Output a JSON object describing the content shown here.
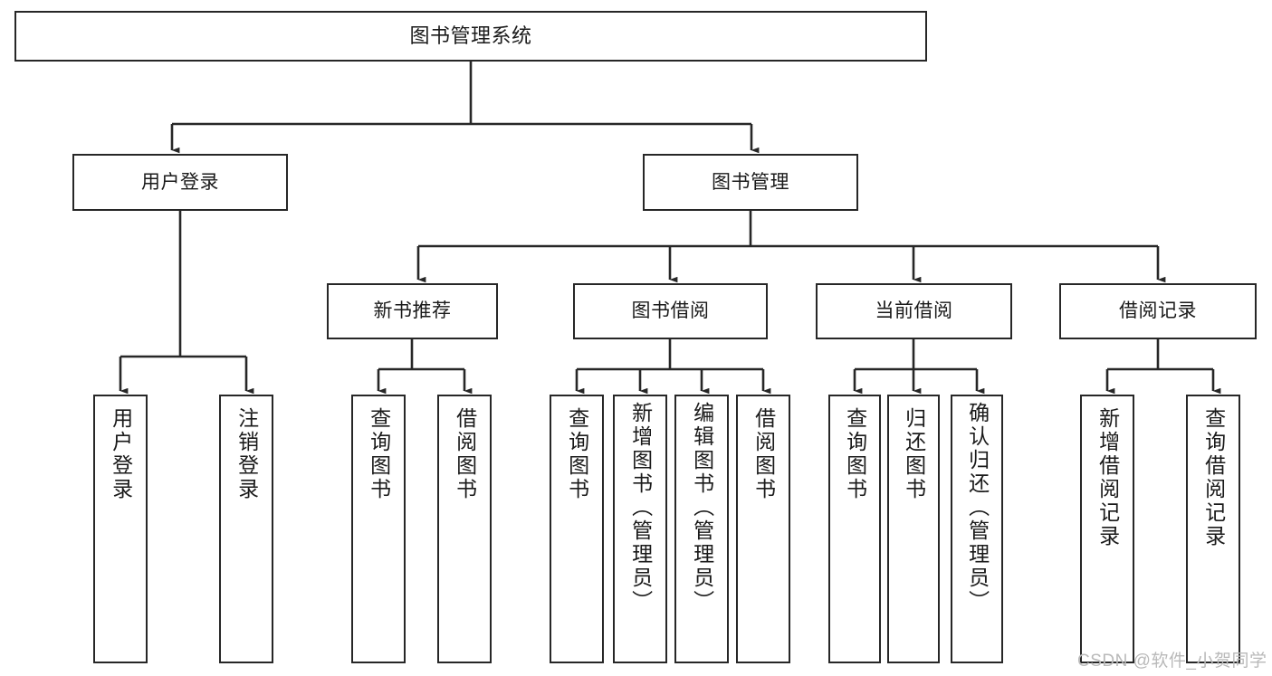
{
  "diagram": {
    "type": "tree-hierarchy-chart",
    "title": "图书管理系统",
    "colors": {
      "box_border": "#272727",
      "box_fill": "#ffffff",
      "connector": "#272727",
      "text": "#1a1a1a",
      "watermark": "#b9b9b9",
      "background": "#ffffff"
    },
    "levels": {
      "root": {
        "label": "图书管理系统"
      },
      "level2": [
        {
          "id": "user-login",
          "label": "用户登录"
        },
        {
          "id": "book-management",
          "label": "图书管理"
        }
      ],
      "level3": [
        {
          "id": "new-book-recommend",
          "label": "新书推荐",
          "parent": "book-management"
        },
        {
          "id": "book-borrow",
          "label": "图书借阅",
          "parent": "book-management"
        },
        {
          "id": "current-borrow",
          "label": "当前借阅",
          "parent": "book-management"
        },
        {
          "id": "borrow-record",
          "label": "借阅记录",
          "parent": "book-management"
        }
      ],
      "leaves": [
        {
          "id": "leaf-user-login",
          "label": "用户登录",
          "parent": "user-login"
        },
        {
          "id": "leaf-logout-login",
          "label": "注销登录",
          "parent": "user-login"
        },
        {
          "id": "leaf-query-book-1",
          "label": "查询图书",
          "parent": "new-book-recommend"
        },
        {
          "id": "leaf-borrow-book-1",
          "label": "借阅图书",
          "parent": "new-book-recommend"
        },
        {
          "id": "leaf-query-book-2",
          "label": "查询图书",
          "parent": "book-borrow"
        },
        {
          "id": "leaf-add-book",
          "label": "新增图书（管理员）",
          "parent": "book-borrow"
        },
        {
          "id": "leaf-edit-book",
          "label": "编辑图书（管理员）",
          "parent": "book-borrow"
        },
        {
          "id": "leaf-borrow-book-2",
          "label": "借阅图书",
          "parent": "book-borrow"
        },
        {
          "id": "leaf-query-book-3",
          "label": "查询图书",
          "parent": "current-borrow"
        },
        {
          "id": "leaf-return-book",
          "label": "归还图书",
          "parent": "current-borrow"
        },
        {
          "id": "leaf-confirm-return",
          "label": "确认归还（管理员）",
          "parent": "current-borrow"
        },
        {
          "id": "leaf-add-borrow-record",
          "label": "新增借阅记录",
          "parent": "borrow-record"
        },
        {
          "id": "leaf-query-borrow-record",
          "label": "查询借阅记录",
          "parent": "borrow-record"
        }
      ]
    },
    "watermark": "CSDN @软件_小贺同学"
  }
}
